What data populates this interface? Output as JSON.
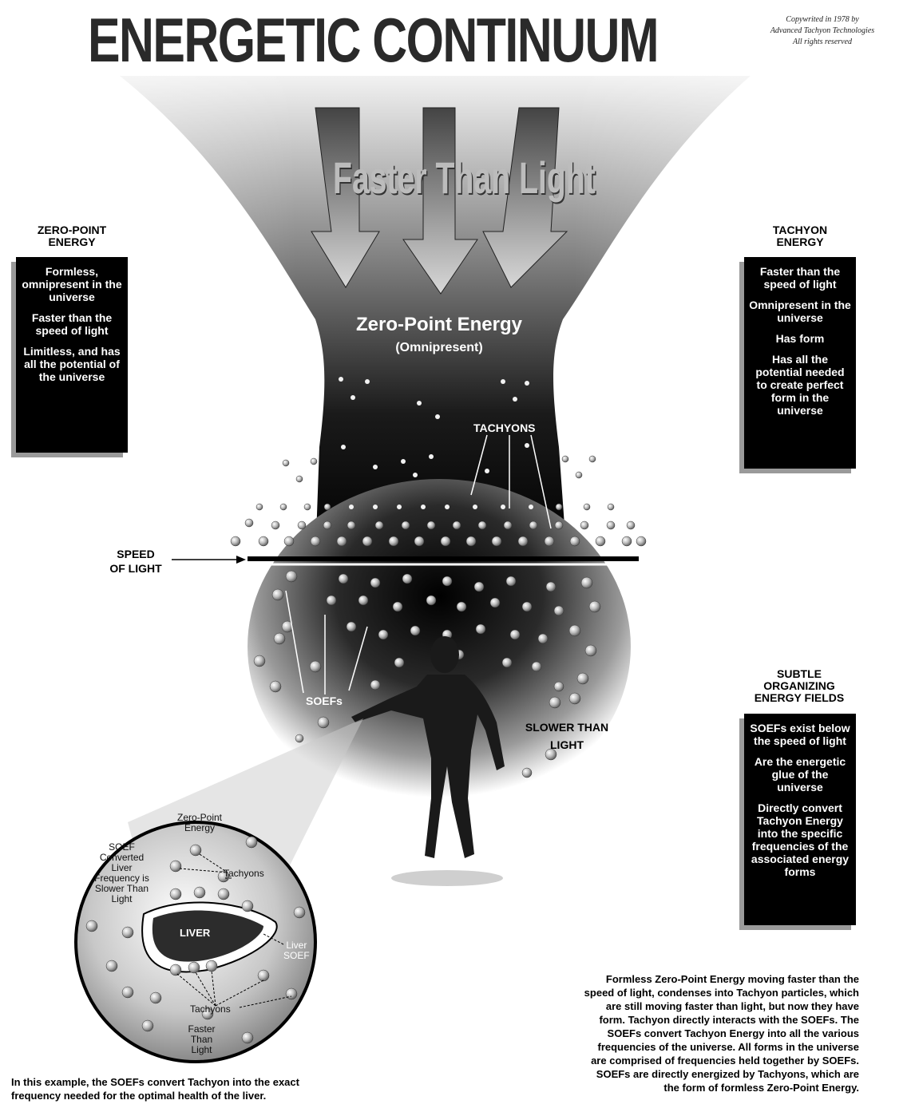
{
  "header": {
    "title": "ENERGETIC CONTINUUM",
    "copyright": [
      "Copywrited in 1978 by",
      "Advanced Tachyon Technologies",
      "All rights reserved"
    ]
  },
  "funnel": {
    "faster_than_light": "Faster Than Light",
    "zpe_title": "Zero-Point Energy",
    "zpe_subtitle": "(Omnipresent)",
    "tachyons_label": "TACHYONS",
    "speed_of_light": [
      "SPEED",
      "OF LIGHT"
    ],
    "soefs_label": "SOEFs",
    "slower_than_light": [
      "SLOWER THAN",
      "LIGHT"
    ]
  },
  "zero_point_panel": {
    "heading": [
      "ZERO-POINT",
      "ENERGY"
    ],
    "paragraphs": [
      "Formless, omnipresent in the universe",
      "Faster than the speed of light",
      "Limitless, and has all the potential of the universe"
    ]
  },
  "tachyon_panel": {
    "heading": [
      "TACHYON",
      "ENERGY"
    ],
    "paragraphs": [
      "Faster than the speed of light",
      "Omnipresent in the universe",
      "Has form",
      "Has all the potential needed to create perfect form in the universe"
    ]
  },
  "soef_panel": {
    "heading": [
      "SUBTLE",
      "ORGANIZING",
      "ENERGY FIELDS"
    ],
    "paragraphs": [
      "SOEFs exist below the speed of light",
      "Are the energetic glue of the universe",
      "Directly convert Tachyon Energy into the specific frequencies of the associated energy forms"
    ]
  },
  "liver_circle": {
    "zpe": [
      "Zero-Point",
      "Energy"
    ],
    "soef_converted": [
      "SOEF",
      "Converted",
      "Liver",
      "Frequency is",
      "Slower Than",
      "Light"
    ],
    "tachyons_top": "Tachyons",
    "liver": "LIVER",
    "liver_soef": [
      "Liver",
      "SOEF"
    ],
    "tachyons_bottom": "Tachyons",
    "faster": [
      "Faster",
      "Than",
      "Light"
    ]
  },
  "captions": {
    "left": [
      "In this example, the SOEFs convert Tachyon into the exact",
      "frequency needed for the optimal health of the liver."
    ],
    "right": [
      "Formless Zero-Point Energy moving faster than the",
      "speed of light, condenses into Tachyon particles, which",
      "are still moving faster than light, but now they have",
      "form. Tachyon directly interacts with the SOEFs. The",
      "SOEFs convert Tachyon Energy into all the various",
      "frequencies of the universe. All forms in the universe",
      "are comprised of frequencies held together by SOEFs.",
      "SOEFs are directly energized by Tachyons, which are",
      "the form of formless Zero-Point Energy."
    ]
  },
  "colors": {
    "background": "#ffffff",
    "panel": "#000000",
    "panel_text": "#ffffff",
    "panel_shadow": "#9a9a9a"
  }
}
